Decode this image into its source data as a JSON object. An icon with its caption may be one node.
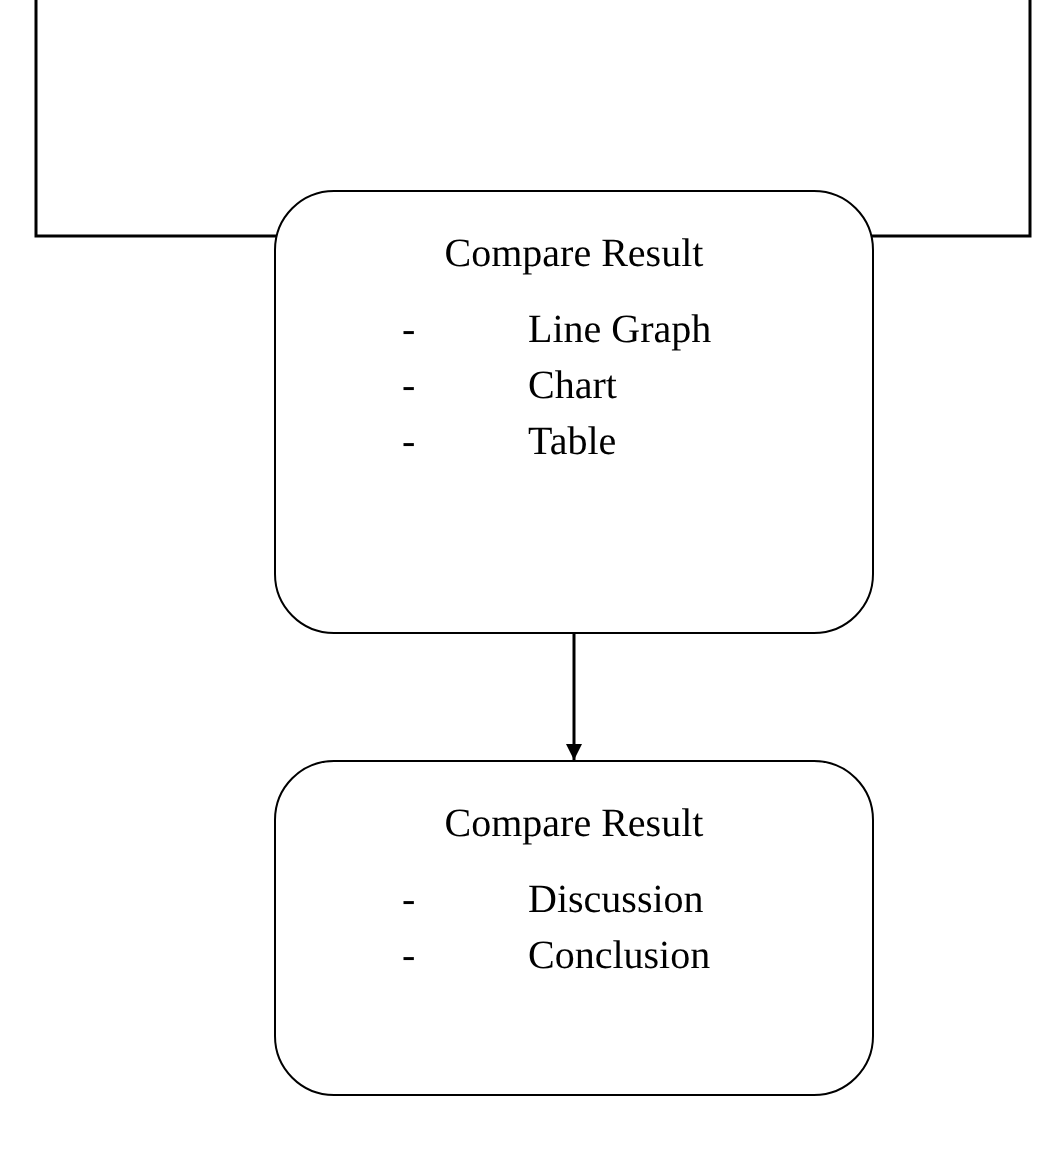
{
  "diagram": {
    "nodes": [
      {
        "text": [
          "Compare Result",
          "- Line Graph",
          "- Chart",
          "- Table"
        ]
      },
      {
        "text": [
          "Compare Result",
          "- Discussion",
          "- Conclusion"
        ]
      }
    ],
    "edges": [
      {
        "from": null,
        "to": 0,
        "arrow": "none"
      },
      {
        "from": null,
        "to": 0,
        "arrow": "none"
      },
      {
        "from": 0,
        "to": 1,
        "arrow": "to"
      }
    ]
  }
}
